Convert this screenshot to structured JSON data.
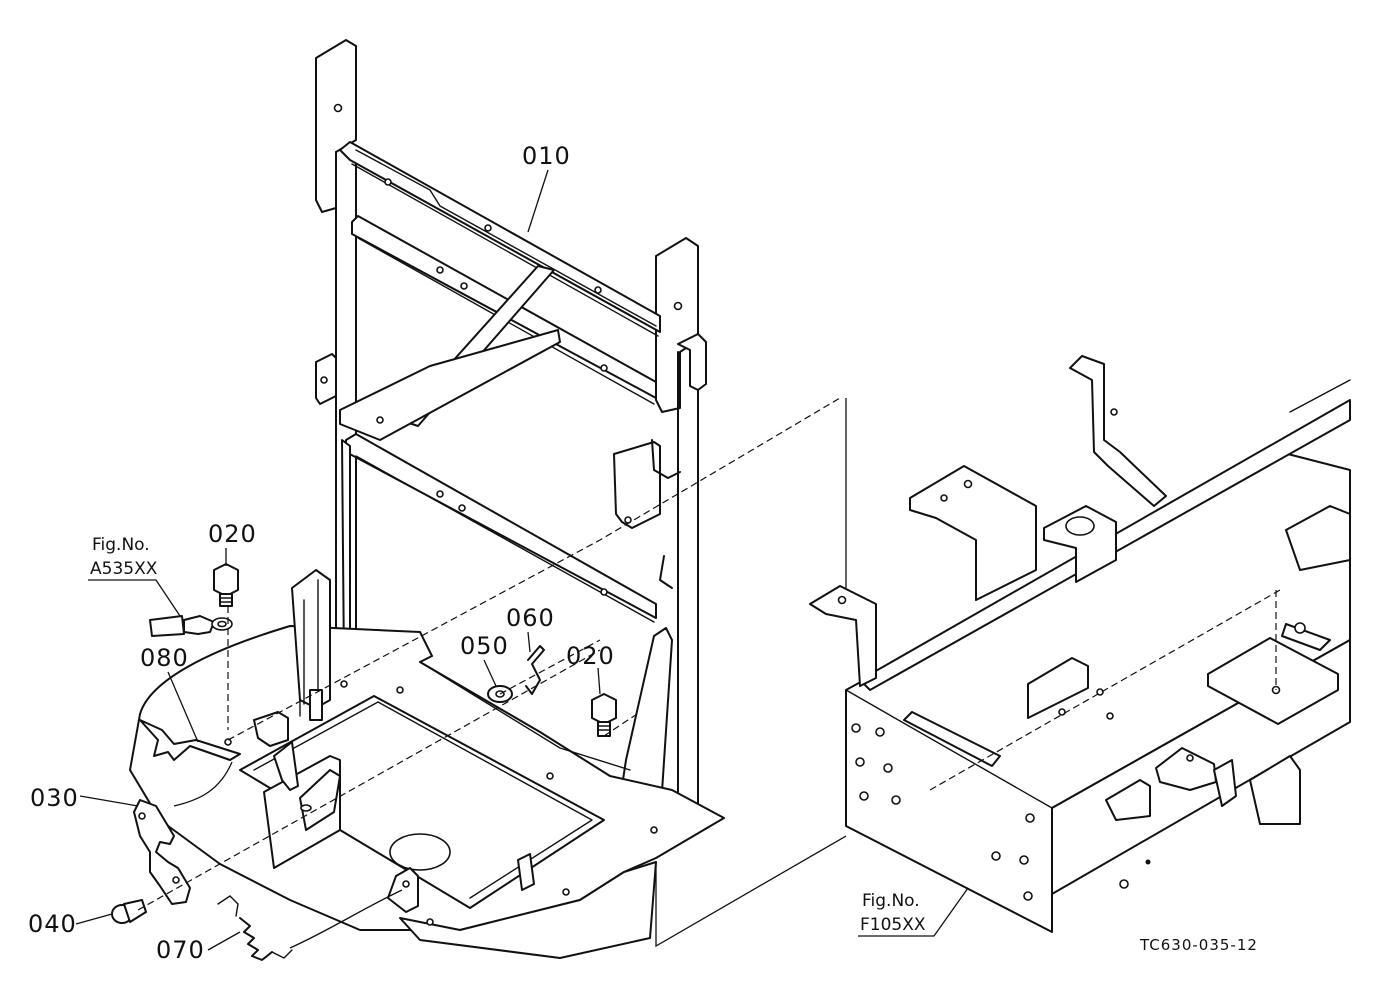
{
  "parts": [
    {
      "id": "p010",
      "label": "010"
    },
    {
      "id": "p020a",
      "label": "020"
    },
    {
      "id": "p020b",
      "label": "020"
    },
    {
      "id": "p030",
      "label": "030"
    },
    {
      "id": "p040",
      "label": "040"
    },
    {
      "id": "p050",
      "label": "050"
    },
    {
      "id": "p060",
      "label": "060"
    },
    {
      "id": "p070",
      "label": "070"
    },
    {
      "id": "p080",
      "label": "080"
    }
  ],
  "refs": {
    "left": {
      "line1": "Fig.No.",
      "line2": "A535XX"
    },
    "right": {
      "line1": "Fig.No.",
      "line2": "F105XX"
    }
  },
  "drawing_code": "TC630-035-12"
}
